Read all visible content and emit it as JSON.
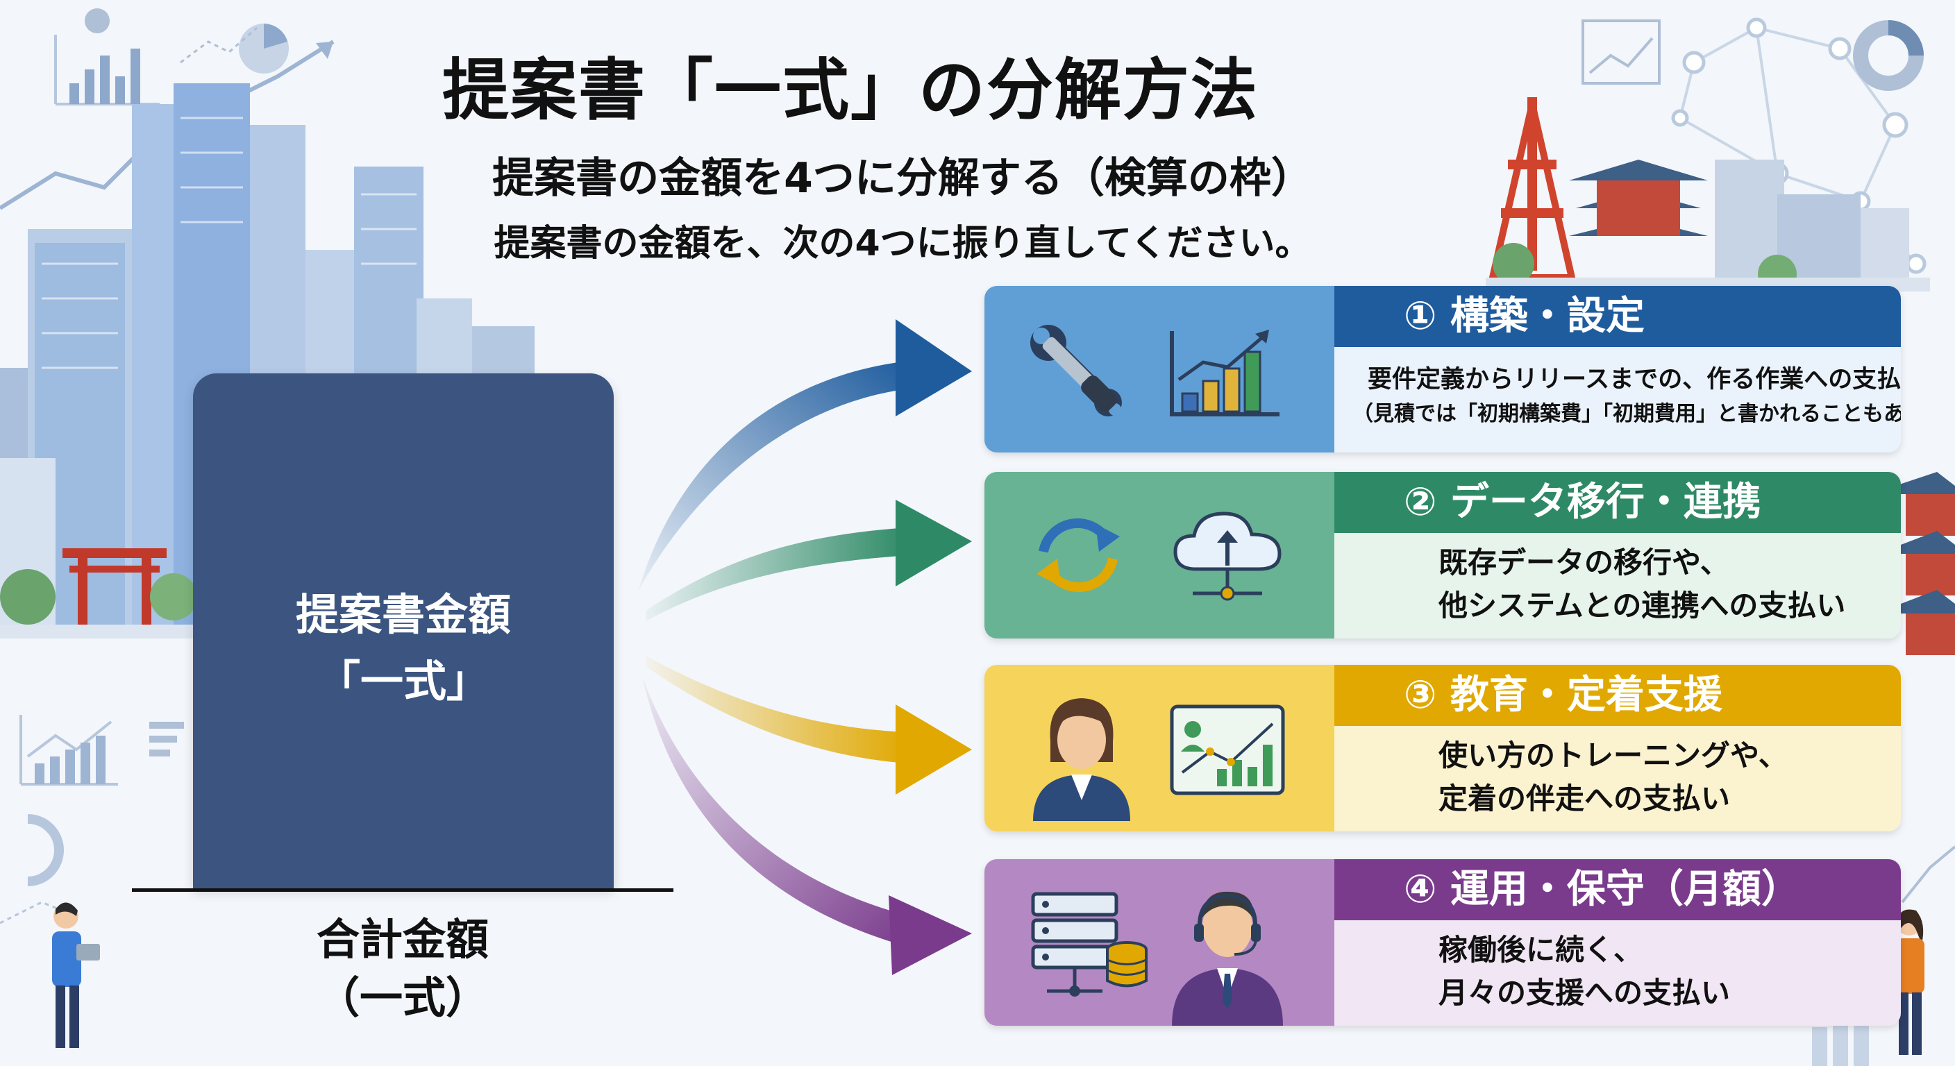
{
  "title": "提案書「一式」の分解方法",
  "subtitle": "提案書の金額を4つに分解する（検算の枠）",
  "instruction": "提案書の金額を、次の4つに振り直してください。",
  "total_box": {
    "line1": "提案書金額",
    "line2": "「一式」"
  },
  "total_label": {
    "line1": "合計金額",
    "line2": "（一式）"
  },
  "items": [
    {
      "title": "① 構築・設定",
      "lines": [
        "要件定義からリリースまでの、作る作業への支払い",
        "（見積では「初期構築費」「初期費用」と書かれることもあります）"
      ],
      "color": "#1f5c9e",
      "icon_bg": "#5f9fd6",
      "body_bg": "#eaf2fb",
      "icons": [
        "wrench-screwdriver-icon",
        "growth-chart-icon"
      ]
    },
    {
      "title": "② データ移行・連携",
      "lines": [
        "既存データの移行や、",
        "他システムとの連携への支払い"
      ],
      "color": "#2e8a66",
      "icon_bg": "#68b394",
      "body_bg": "#e6f4ec",
      "icons": [
        "sync-arrows-icon",
        "cloud-upload-icon"
      ]
    },
    {
      "title": "③ 教育・定着支援",
      "lines": [
        "使い方のトレーニングや、",
        "定着の伴走への支払い"
      ],
      "color": "#e0a800",
      "icon_bg": "#f6d35a",
      "body_bg": "#fbf2cf",
      "icons": [
        "trainer-person-icon",
        "presentation-board-icon"
      ]
    },
    {
      "title": "④ 運用・保守（月額）",
      "lines": [
        "稼働後に続く、",
        "月々の支援への支払い"
      ],
      "color": "#7a3b8c",
      "icon_bg": "#b488c3",
      "body_bg": "#f1e6f4",
      "icons": [
        "server-database-icon",
        "support-operator-icon"
      ]
    }
  ]
}
